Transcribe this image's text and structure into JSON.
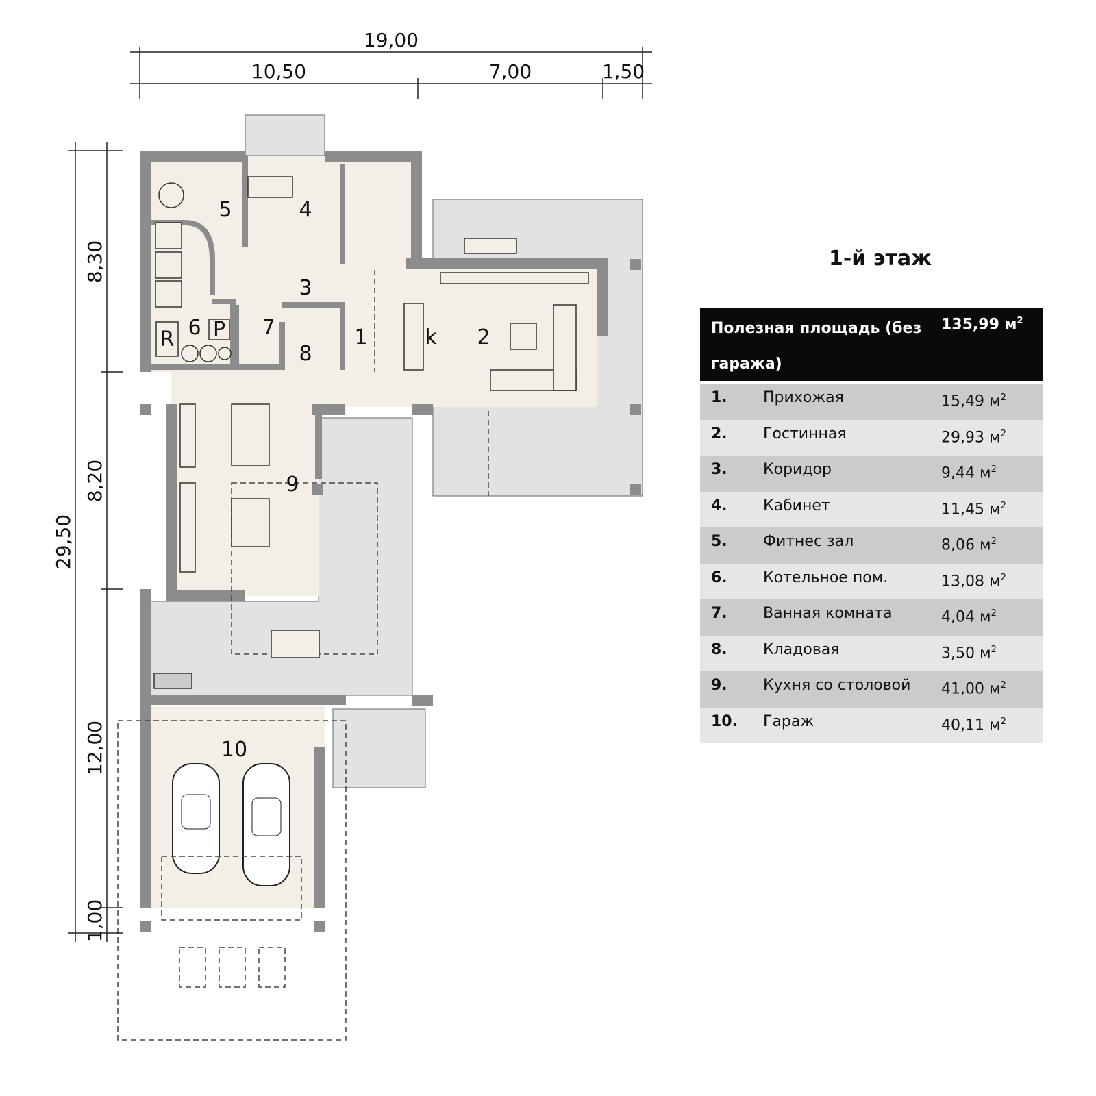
{
  "dimensions": {
    "top_total": "19,00",
    "top_segments": [
      "10,50",
      "7,00",
      "1,50"
    ],
    "left_total": "29,50",
    "left_segments": [
      "8,30",
      "8,20",
      "12,00",
      "1,00"
    ]
  },
  "rooms": [
    "1",
    "2",
    "3",
    "4",
    "5",
    "6",
    "7",
    "8",
    "9",
    "10"
  ],
  "fixture_labels": {
    "boiler_r": "R",
    "boiler_p": "P",
    "fireplace": "k"
  },
  "floor_title": "1-й этаж",
  "table": {
    "header_label": "Полезная площадь (без гаража)",
    "header_value": "135,99 м",
    "unit_sup": "2",
    "rows": [
      {
        "num": "1.",
        "name": "Прихожая",
        "area": "15,49 м"
      },
      {
        "num": "2.",
        "name": "Гостинная",
        "area": "29,93 м"
      },
      {
        "num": "3.",
        "name": "Коридор",
        "area": "9,44 м"
      },
      {
        "num": "4.",
        "name": "Кабинет",
        "area": "11,45 м"
      },
      {
        "num": "5.",
        "name": "Фитнес зал",
        "area": "8,06 м"
      },
      {
        "num": "6.",
        "name": "Котельное пом.",
        "area": "13,08 м"
      },
      {
        "num": "7.",
        "name": "Ванная комната",
        "area": "4,04 м"
      },
      {
        "num": "8.",
        "name": "Кладовая",
        "area": "3,50 м"
      },
      {
        "num": "9.",
        "name": "Кухня со столовой",
        "area": "41,00 м"
      },
      {
        "num": "10.",
        "name": "Гараж",
        "area": "40,11 м"
      }
    ]
  },
  "colors": {
    "wall": "#8c8c8c",
    "floor": "#f3efe7",
    "terrace": "#e2e2e2"
  }
}
